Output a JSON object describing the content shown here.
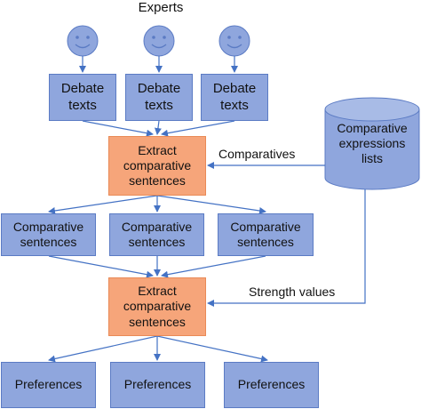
{
  "title": "Experts",
  "debate_texts": [
    "Debate\ntexts",
    "Debate\ntexts",
    "Debate\ntexts"
  ],
  "extract_top": "Extract\ncomparative\nsentences",
  "extract_bottom": "Extract\ncomparative\nsentences",
  "comparative_sentences": [
    "Comparative\nsentences",
    "Comparative\nsentences",
    "Comparative\nsentences"
  ],
  "preferences": [
    "Preferences",
    "Preferences",
    "Preferences"
  ],
  "database_label": "Comparative\nexpressions\nlists",
  "edge_comparatives": "Comparatives",
  "edge_strength": "Strength values",
  "colors": {
    "blue_fill": "#8fa6dd",
    "blue_border": "#5b7bc4",
    "orange_fill": "#f6a57a",
    "orange_border": "#e98a57",
    "arrow": "#4472c4"
  },
  "icons": [
    "smiley-face-icon",
    "smiley-face-icon",
    "smiley-face-icon",
    "database-cylinder-icon"
  ]
}
